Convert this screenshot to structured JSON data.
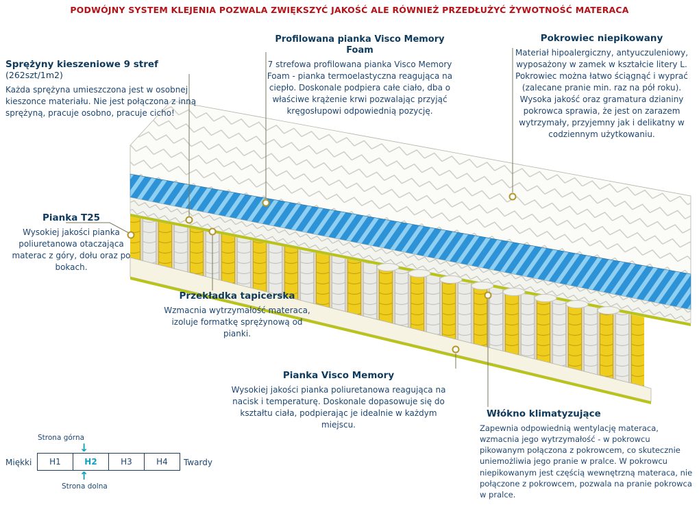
{
  "banner": {
    "text": "PODWÓJNY SYSTEM KLEJENIA POZWALA ZWIĘKSZYĆ JAKOŚĆ ALE RÓWNIEŻ PRZEDŁUŻYĆ ŻYWOTNOŚĆ MATERACA"
  },
  "annotations": {
    "springs": {
      "title": "Sprężyny kieszeniowe 9 stref",
      "suffix": "(262szt/1m2)",
      "body": "Każda sprężyna umieszczona jest w osobnej kieszonce materiału. Nie jest połączona z inną sprężyną, pracuje osobno, pracuje cicho!"
    },
    "profiled_foam": {
      "title": "Profilowana pianka Visco Memory Foam",
      "body": "7 strefowa profilowana pianka Visco Memory Foam - pianka termoelastyczna reagująca na ciepło. Doskonale podpiera całe ciało, dba o właściwe krążenie krwi pozwalając przyjąć kręgosłupowi odpowiednią pozycję."
    },
    "cover": {
      "title": "Pokrowiec niepikowany",
      "body": "Materiał hipoalergiczny, antyuczuleniowy, wyposażony w zamek w kształcie litery L. Pokrowiec można łatwo ściągnąć i wyprać (zalecane pranie min. raz na pół roku). Wysoka jakość oraz gramatura dzianiny pokrowca sprawia, że jest on zarazem wytrzymały, przyjemny jak i delikatny w codziennym użytkowaniu."
    },
    "t25": {
      "title": "Pianka T25",
      "body": "Wysokiej jakości pianka poliuretanowa otaczająca materac z góry, dołu oraz po bokach."
    },
    "insulator": {
      "title": "Przekładka tapicerska",
      "body": "Wzmacnia wytrzymałość materaca, izoluje formatkę sprężynową od pianki."
    },
    "visco": {
      "title": "Pianka Visco Memory",
      "body": "Wysokiej jakości pianka poliuretanowa reagująca na nacisk i temperaturę. Doskonale dopasowuje się do kształtu ciała, podpierając je idealnie w każdym miejscu."
    },
    "climate_fiber": {
      "title": "Włókno klimatyzujące",
      "body": "Zapewnia odpowiednią wentylację materaca, wzmacnia jego wytrzymałość - w pokrowcu pikowanym połączona z pokrowcem, co skutecznie uniemożliwia jego pranie w pralce. W pokrowcu niepikowanym jest częścią wewnętrzną materaca, nie połączone z pokrowcem, pozwala na pranie pokrowca w pralce."
    }
  },
  "hardness_scale": {
    "top_label": "Strona górna",
    "bottom_label": "Strona dolna",
    "soft_label": "Miękki",
    "hard_label": "Twardy",
    "levels": [
      "H1",
      "H2",
      "H3",
      "H4"
    ],
    "active_level": "H2",
    "icons": {
      "down": "↓",
      "up": "↑"
    }
  },
  "colors": {
    "banner_red": "#b41217",
    "heading_navy": "#0e3a5d",
    "body_navy": "#1e4671",
    "accent_teal": "#14a0be",
    "spring_yellow": "#eecd1e",
    "layer_blue": "#2d92d6",
    "foam_green": "#b9c318",
    "base_cream": "#f7f3e2"
  }
}
